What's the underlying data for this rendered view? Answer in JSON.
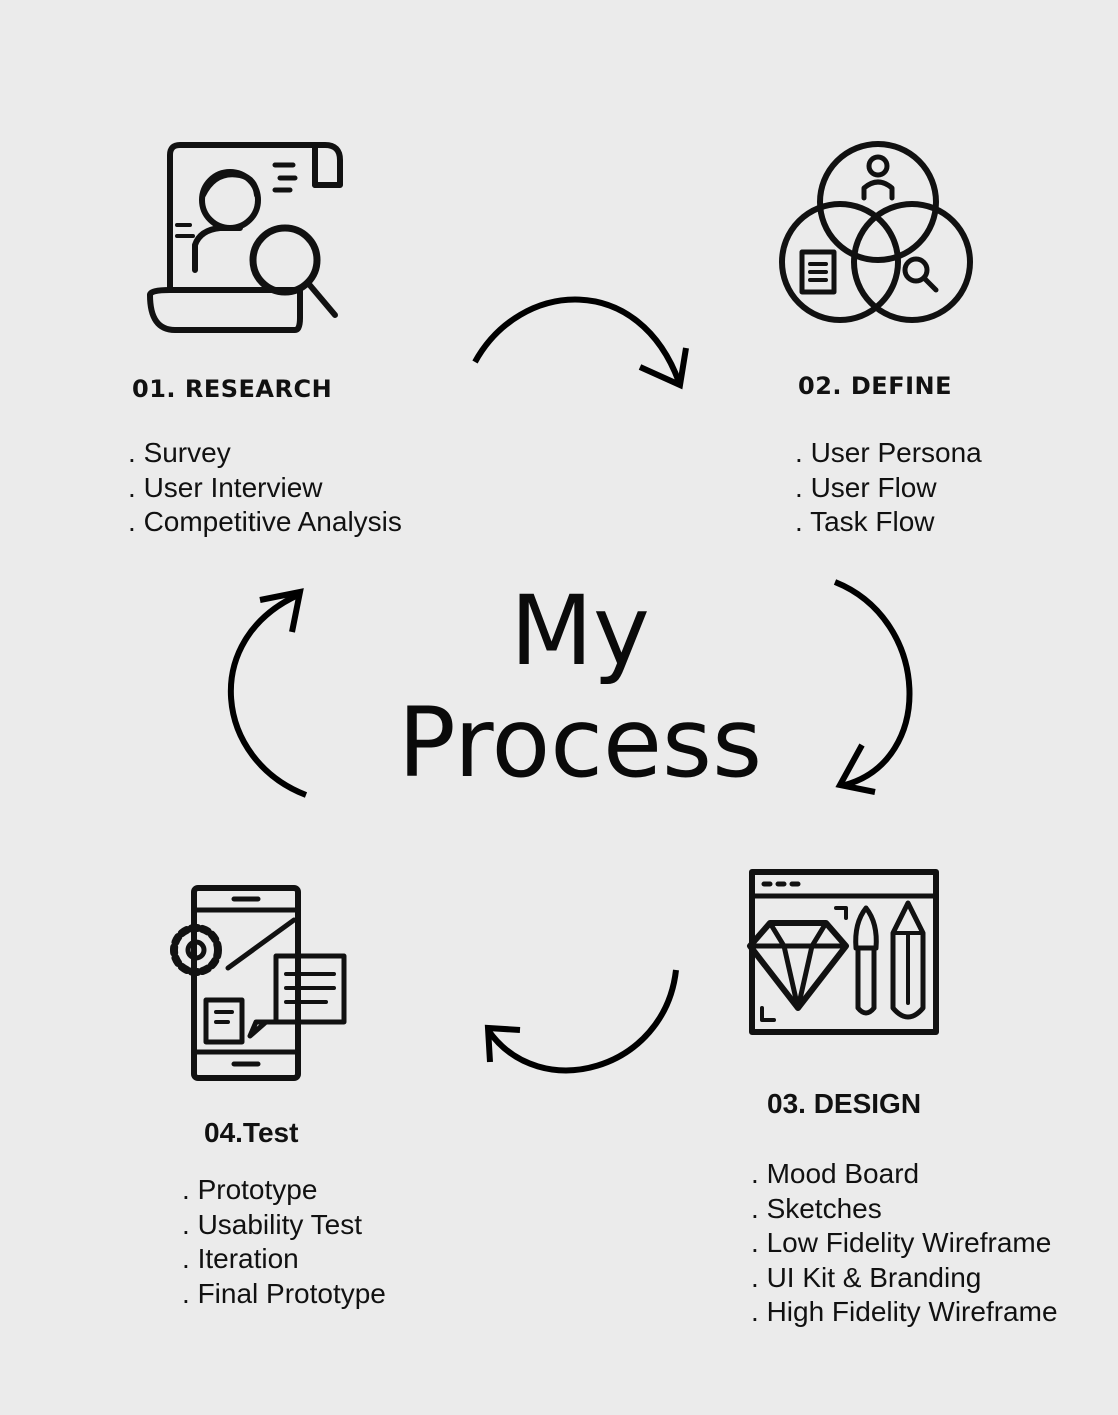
{
  "center_title": {
    "line1": "My",
    "line2": "Process"
  },
  "steps": [
    {
      "title": "01. RESEARCH",
      "icon": "research-icon",
      "items": [
        "Survey",
        "User Interview",
        "Competitive Analysis"
      ]
    },
    {
      "title": "02. DEFINE",
      "icon": "venn-diagram-icon",
      "items": [
        "User Persona",
        "User Flow",
        "Task Flow"
      ]
    },
    {
      "title": "03. DESIGN",
      "icon": "design-tools-icon",
      "items": [
        "Mood Board",
        "Sketches",
        "Low Fidelity Wireframe",
        "UI Kit & Branding",
        "High Fidelity Wireframe"
      ]
    },
    {
      "title": "04.Test",
      "icon": "mobile-test-icon",
      "items": [
        "Prototype",
        "Usability Test",
        "Iteration",
        "Final Prototype"
      ]
    }
  ]
}
